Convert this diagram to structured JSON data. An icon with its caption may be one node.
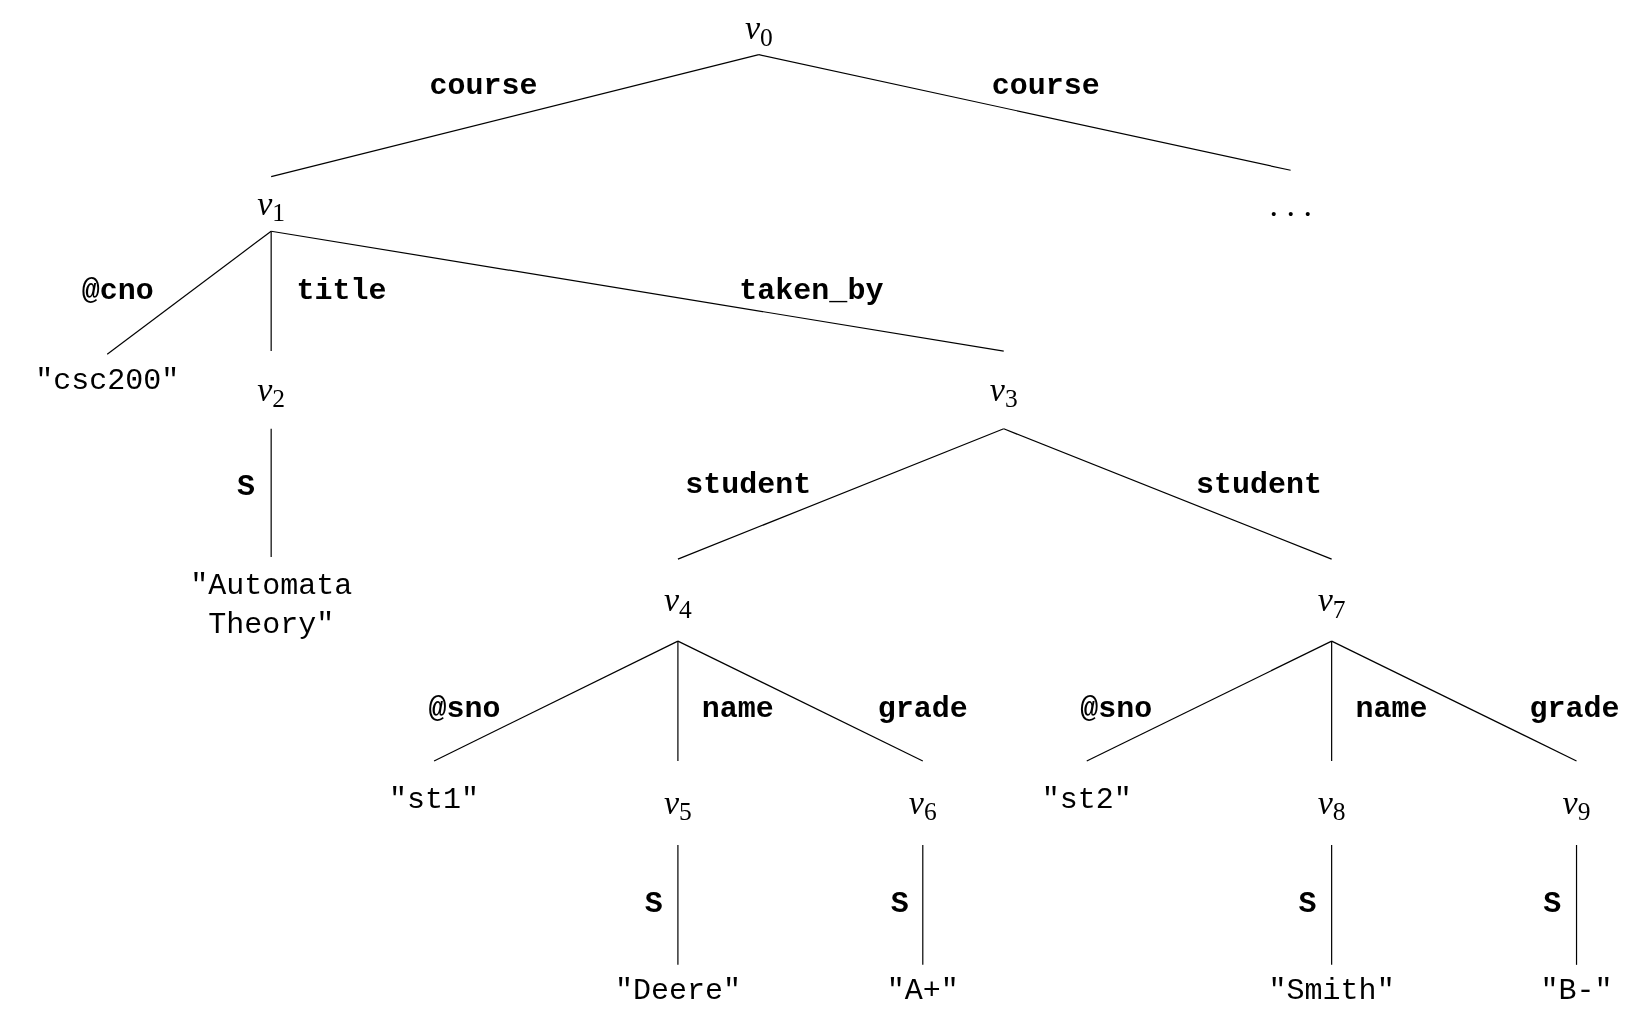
{
  "diagram": {
    "nodes": [
      {
        "text": [
          "*v*$_{0}$"
        ]
      },
      {
        "text": [
          "*v*$_{1}$"
        ]
      },
      {
        "text": [
          ". . ."
        ]
      },
      {
        "text": [
          "\"csc200\""
        ]
      },
      {
        "text": [
          "*v*$_{2}$"
        ]
      },
      {
        "text": [
          "*v*$_{3}$"
        ]
      },
      {
        "text": [
          "\"Automata Theory\""
        ]
      },
      {
        "text": [
          "*v*$_{4}$"
        ]
      },
      {
        "text": [
          "*v*$_{7}$"
        ]
      },
      {
        "text": [
          "\"st1\""
        ]
      },
      {
        "text": [
          "*v*$_{5}$"
        ]
      },
      {
        "text": [
          "*v*$_{6}$"
        ]
      },
      {
        "text": [
          "\"st2\""
        ]
      },
      {
        "text": [
          "*v*$_{8}$"
        ]
      },
      {
        "text": [
          "*v*$_{9}$"
        ]
      },
      {
        "text": [
          "\"Deere\""
        ]
      },
      {
        "text": [
          "\"A+\""
        ]
      },
      {
        "text": [
          "\"Smith\""
        ]
      },
      {
        "text": [
          "\"B-\""
        ]
      }
    ],
    "edges": [
      {
        "from": 0,
        "to": 1,
        "arrow": "none",
        "label": "course"
      },
      {
        "from": 0,
        "to": 2,
        "arrow": "none",
        "label": "course"
      },
      {
        "from": 1,
        "to": 3,
        "arrow": "none",
        "label": "@cno"
      },
      {
        "from": 1,
        "to": 4,
        "arrow": "none",
        "label": "title"
      },
      {
        "from": 1,
        "to": 5,
        "arrow": "none",
        "label": "taken_by"
      },
      {
        "from": 4,
        "to": 6,
        "arrow": "none",
        "label": "S"
      },
      {
        "from": 5,
        "to": 7,
        "arrow": "none",
        "label": "student"
      },
      {
        "from": 5,
        "to": 8,
        "arrow": "none",
        "label": "student"
      },
      {
        "from": 7,
        "to": 9,
        "arrow": "none",
        "label": "@sno"
      },
      {
        "from": 7,
        "to": 10,
        "arrow": "none",
        "label": "name"
      },
      {
        "from": 7,
        "to": 11,
        "arrow": "none",
        "label": "grade"
      },
      {
        "from": 8,
        "to": 12,
        "arrow": "none",
        "label": "@sno"
      },
      {
        "from": 8,
        "to": 13,
        "arrow": "none",
        "label": "name"
      },
      {
        "from": 8,
        "to": 14,
        "arrow": "none",
        "label": "grade"
      },
      {
        "from": 10,
        "to": 15,
        "arrow": "none",
        "label": "S"
      },
      {
        "from": 11,
        "to": 16,
        "arrow": "none",
        "label": "S"
      },
      {
        "from": 13,
        "to": 17,
        "arrow": "none",
        "label": "S"
      },
      {
        "from": 14,
        "to": 18,
        "arrow": "none",
        "label": "S"
      }
    ]
  }
}
